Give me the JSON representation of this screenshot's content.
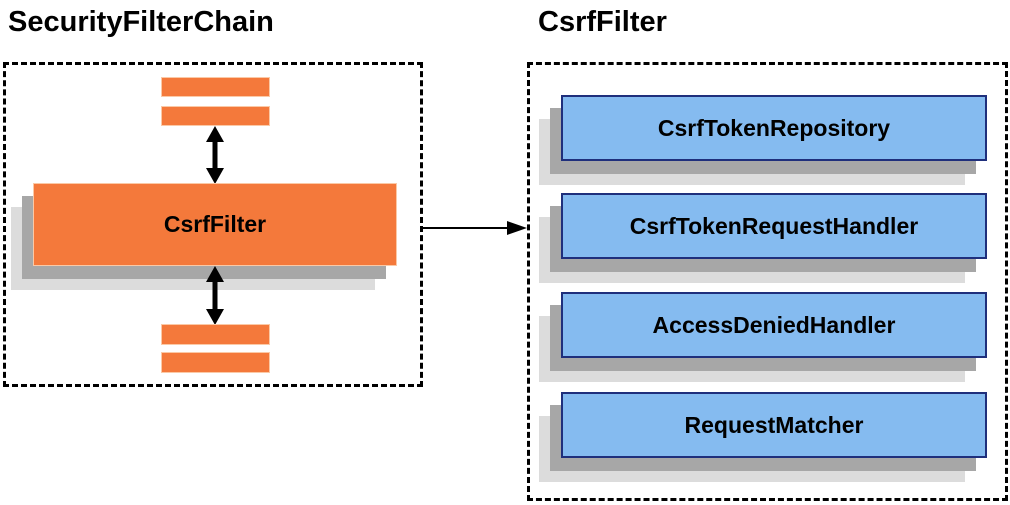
{
  "diagram": {
    "left_panel": {
      "title": "SecurityFilterChain",
      "csrf_filter_label": "CsrfFilter"
    },
    "right_panel": {
      "title": "CsrfFilter",
      "components": [
        "CsrfTokenRepository",
        "CsrfTokenRequestHandler",
        "AccessDeniedHandler",
        "RequestMatcher"
      ]
    },
    "colors": {
      "filter_orange": "#F4793B",
      "component_blue": "#85BBF0",
      "component_border_navy": "#1F2F7C",
      "shadow_dark": "#A7A7A7",
      "shadow_light": "#DCDCDC"
    }
  }
}
